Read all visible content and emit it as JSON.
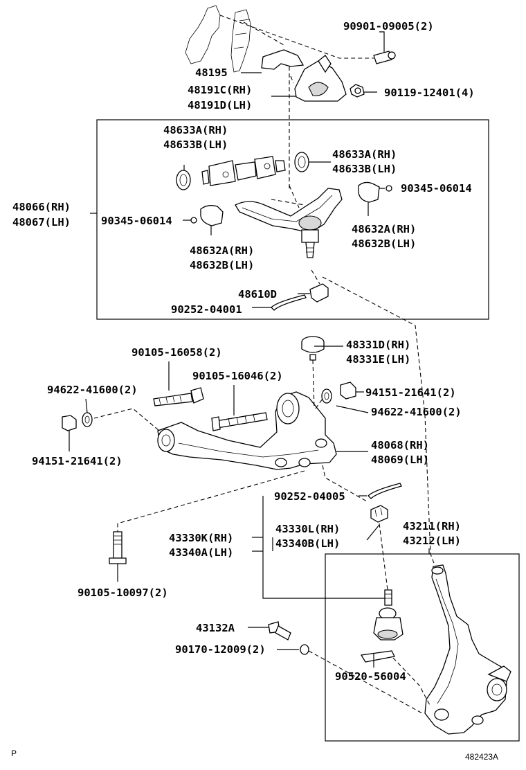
{
  "labels": {
    "p90901": "90901-09005(2)",
    "p48195": "48195",
    "p48191c": "48191C(RH)",
    "p48191d": "48191D(LH)",
    "p90119": "90119-12401(4)",
    "p48633a_l": "48633A(RH)",
    "p48633b_l": "48633B(LH)",
    "p48633a_r": "48633A(RH)",
    "p48633b_r": "48633B(LH)",
    "p48066": "48066(RH)",
    "p48067": "48067(LH)",
    "p90345_r": "90345-06014",
    "p90345_l": "90345-06014",
    "p48632a_r": "48632A(RH)",
    "p48632b_r": "48632B(LH)",
    "p48632a_l": "48632A(RH)",
    "p48632b_l": "48632B(LH)",
    "p48610d": "48610D",
    "p90252_top": "90252-04001",
    "p90105_16058": "90105-16058(2)",
    "p48331d": "48331D(RH)",
    "p48331e": "48331E(LH)",
    "p94622_l": "94622-41600(2)",
    "p90105_16046": "90105-16046(2)",
    "p94151_r": "94151-21641(2)",
    "p94622_r": "94622-41600(2)",
    "p94151_l": "94151-21641(2)",
    "p48068": "48068(RH)",
    "p48069": "48069(LH)",
    "p90252_mid": "90252-04005",
    "p43330l": "43330L(RH)",
    "p43340b": "43340B(LH)",
    "p43211": "43211(RH)",
    "p43212": "43212(LH)",
    "p43330k": "43330K(RH)",
    "p43340a": "43340A(LH)",
    "p90105_10097": "90105-10097(2)",
    "p43132a": "43132A",
    "p90170": "90170-12009(2)",
    "p90520": "90520-56004",
    "corner_p": "P",
    "ref_no": "482423A"
  }
}
